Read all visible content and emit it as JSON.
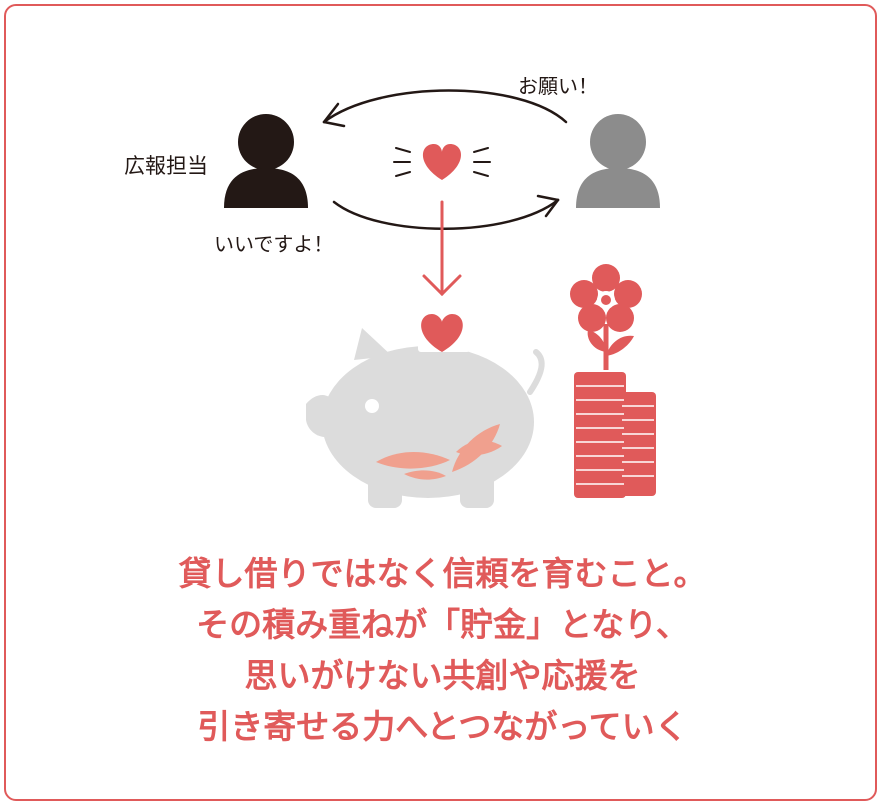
{
  "labels": {
    "person_left": "広報担当",
    "speech_request": "お願い！",
    "speech_reply": "いいですよ！"
  },
  "caption_lines": [
    "貸し借りではなく信頼を育むこと。",
    "その積み重ねが「貯金」となり、",
    "思いがけない共創や応援を",
    "引き寄せる力へとつながっていく"
  ],
  "colors": {
    "accent": "#e05a5a",
    "person_left": "#231815",
    "person_right": "#8c8c8c",
    "piggy_bank": "#dcdcdc",
    "petal": "#f0a08e"
  },
  "icons": [
    "person-icon",
    "heart-icon",
    "piggy-bank-icon",
    "coin-stack-icon",
    "flower-icon",
    "arrow-icon"
  ]
}
